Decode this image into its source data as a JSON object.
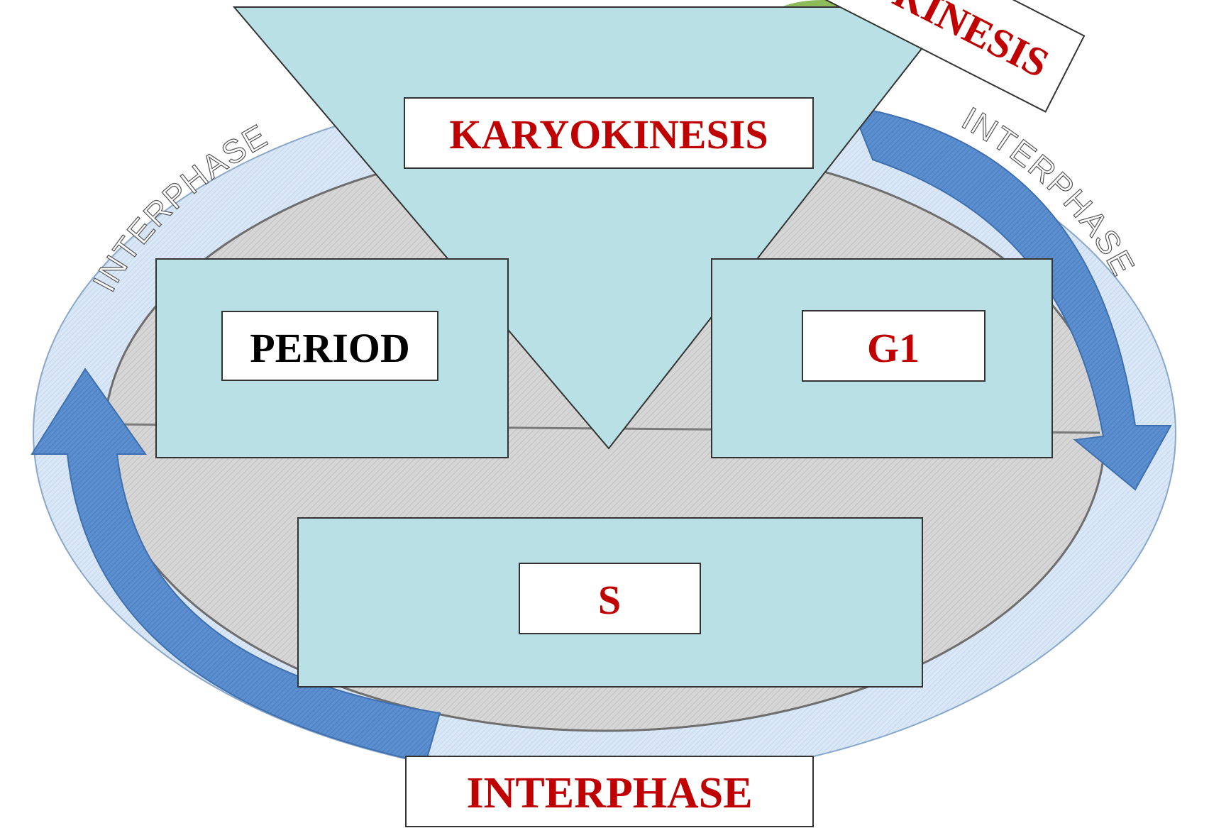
{
  "diagram": {
    "ring_labels": {
      "left": "INTERPHASE",
      "right": "INTERPHASE"
    },
    "top_tag": "CYTOKINESIS",
    "triangle_label": "KARYOKINESIS",
    "left_box_label": "PERIOD",
    "right_box_label": "G1",
    "middle_box_label": "S",
    "bottom_label": "INTERPHASE",
    "colors": {
      "panel_fill": "#b9e0e4",
      "ring_blue": "#5b8fcf",
      "ring_light": "#d7e6f5",
      "text_red": "#c00000",
      "green_patch": "#8dbb5a"
    }
  }
}
